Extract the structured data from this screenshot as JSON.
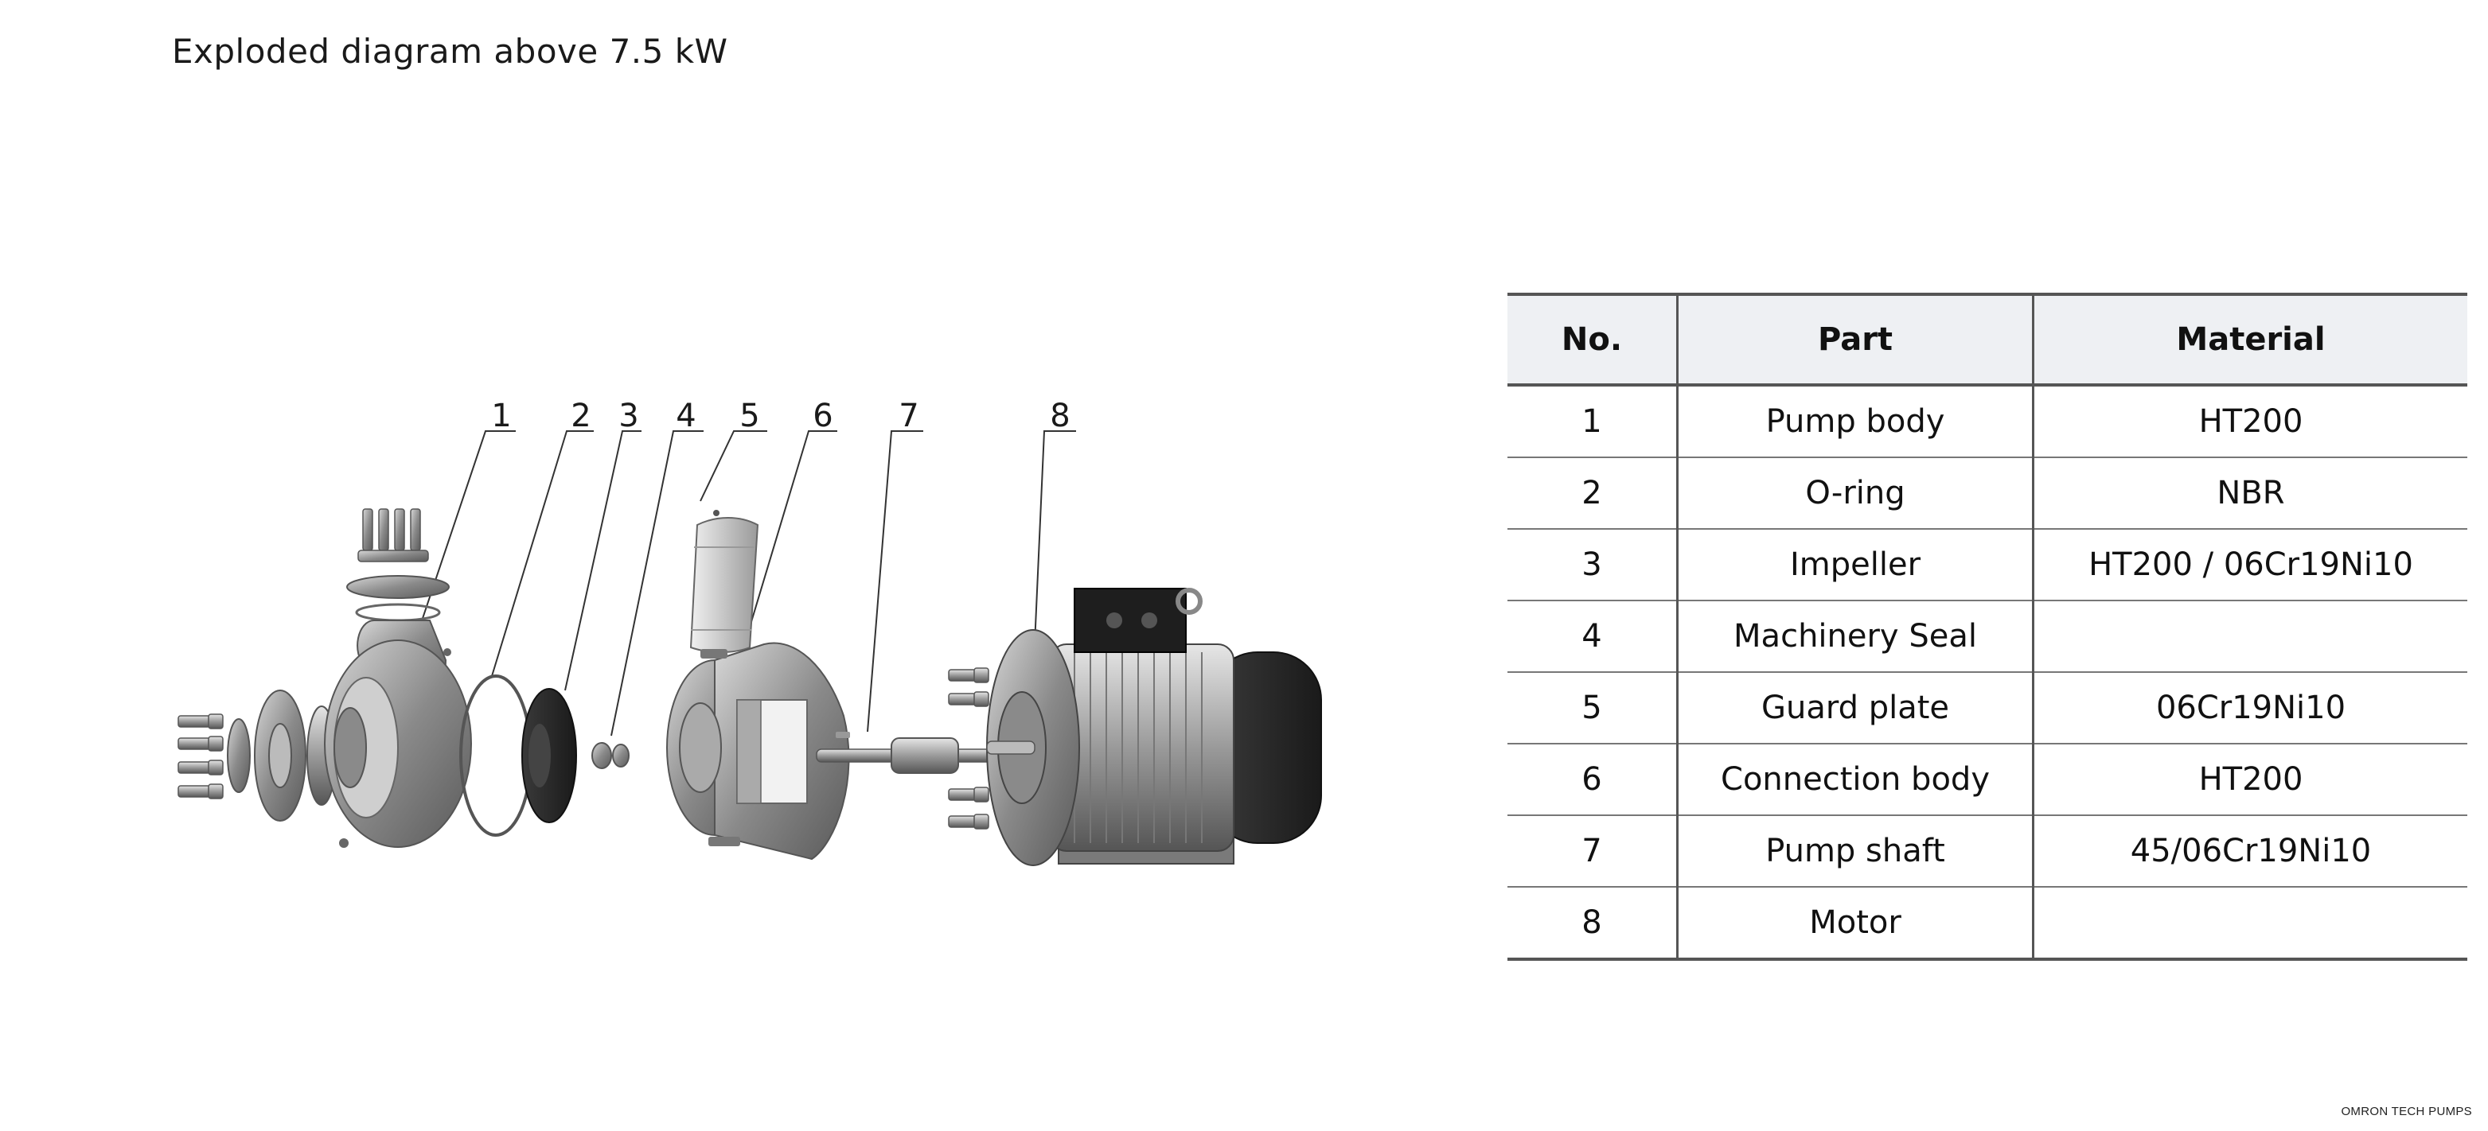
{
  "title": "Exploded diagram above 7.5 kW",
  "diagram": {
    "callouts": [
      "1",
      "2",
      "3",
      "4",
      "5",
      "6",
      "7",
      "8"
    ]
  },
  "table": {
    "headers": {
      "no": "No.",
      "part": "Part",
      "material": "Material"
    },
    "rows": [
      {
        "no": "1",
        "part": "Pump body",
        "material": "HT200"
      },
      {
        "no": "2",
        "part": "O-ring",
        "material": "NBR"
      },
      {
        "no": "3",
        "part": "Impeller",
        "material": "HT200 / 06Cr19Ni10"
      },
      {
        "no": "4",
        "part": "Machinery Seal",
        "material": ""
      },
      {
        "no": "5",
        "part": "Guard plate",
        "material": "06Cr19Ni10"
      },
      {
        "no": "6",
        "part": "Connection body",
        "material": "HT200"
      },
      {
        "no": "7",
        "part": "Pump shaft",
        "material": "45/06Cr19Ni10"
      },
      {
        "no": "8",
        "part": "Motor",
        "material": ""
      }
    ]
  },
  "footer": "OMRON TECH PUMPS"
}
